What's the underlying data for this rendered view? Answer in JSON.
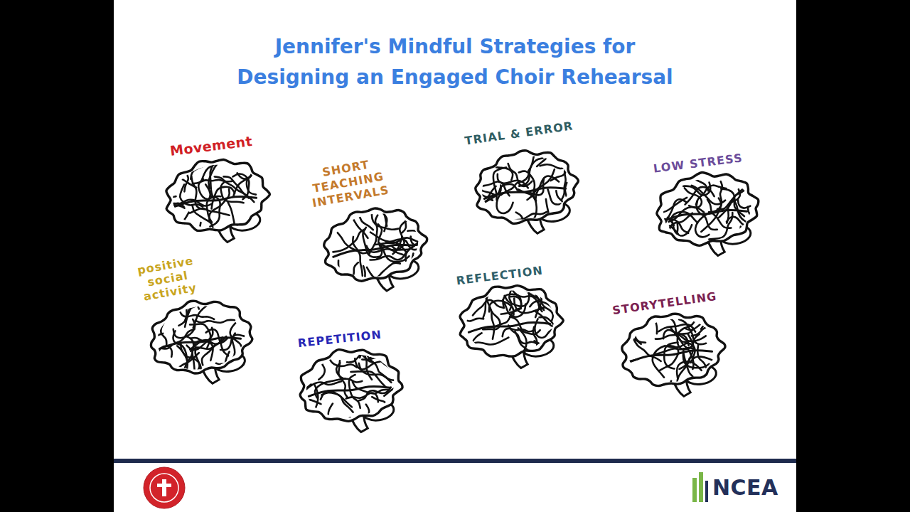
{
  "diagram": {
    "title": "Jennifer's Mindful Strategies for Designing an Engaged Choir Rehearsal",
    "nodes": [
      {
        "text": [
          "Movement"
        ]
      },
      {
        "text": [
          "SHORT TEACHING INTERVALS"
        ]
      },
      {
        "text": [
          "TRIAL & ERROR"
        ]
      },
      {
        "text": [
          "LOW STRESS"
        ]
      },
      {
        "text": [
          "positive social activity"
        ]
      },
      {
        "text": [
          "REPETITION"
        ]
      },
      {
        "text": [
          "REFLECTION"
        ]
      },
      {
        "text": [
          "STORYTELLING"
        ]
      }
    ],
    "labels": [
      "NCEA"
    ]
  }
}
